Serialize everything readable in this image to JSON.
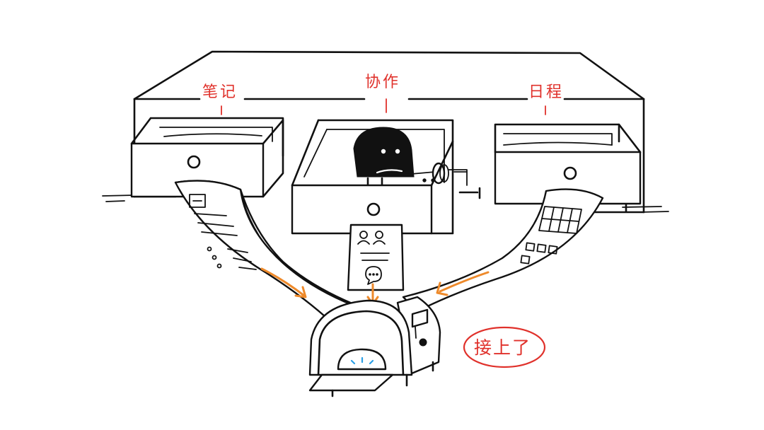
{
  "labels": {
    "notes": "笔记",
    "collab": "协作",
    "schedule": "日程",
    "connected": "接上了"
  },
  "colors": {
    "ink": "#111111",
    "label_red": "#e0312b",
    "arrow_orange": "#ee8a2b",
    "led_blue": "#2a9fe6"
  },
  "icons": {
    "cabinet": "cabinet-drawers",
    "character": "black-blob-character",
    "crank": "hand-crank",
    "people": "people-icon",
    "chat": "chat-bubble-icon",
    "calendar": "calendar-grid-icon",
    "mailbox": "mailbox-device"
  }
}
